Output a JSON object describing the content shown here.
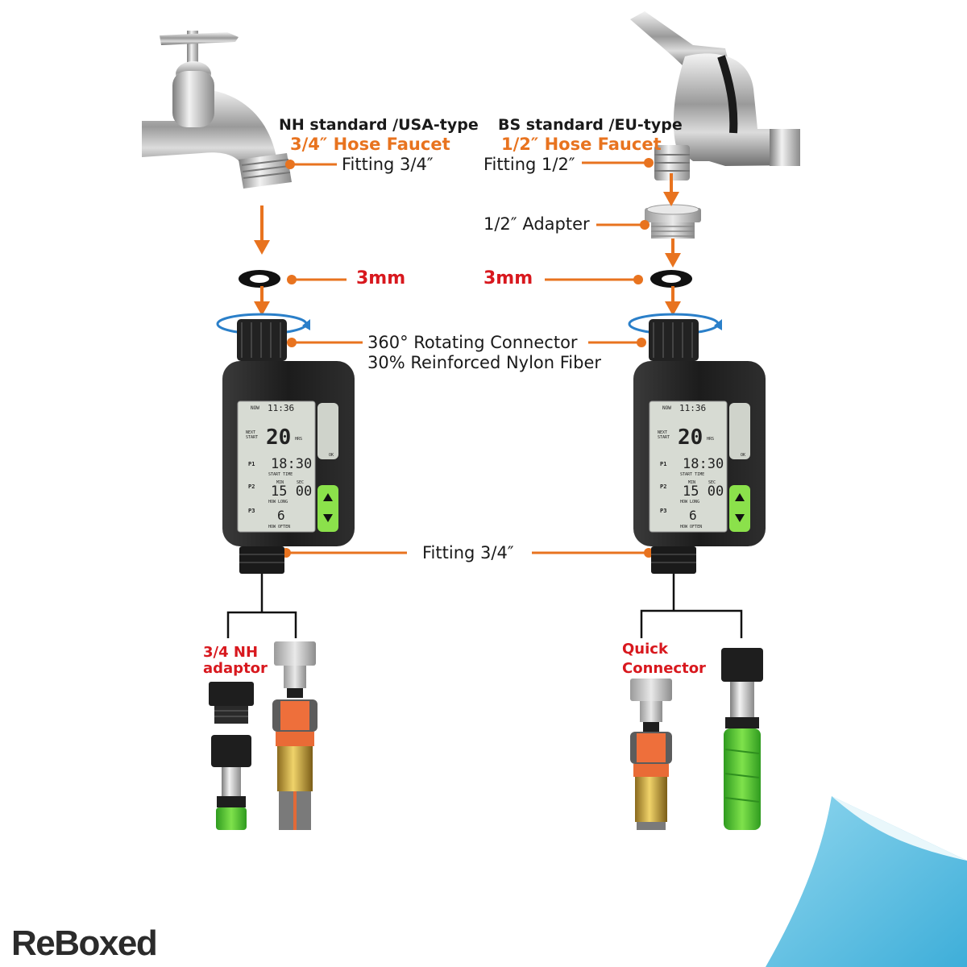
{
  "left": {
    "standard": "NH standard /USA-type",
    "faucet": "3/4″ Hose Faucet",
    "fitting": "Fitting 3/4″",
    "washer": "3mm",
    "adaptor": "3/4 NH adaptor"
  },
  "right": {
    "standard": "BS standard /EU-type",
    "faucet": "1/2″ Hose Faucet",
    "fitting": "Fitting 1/2″",
    "adapter": "1/2″ Adapter",
    "washer": "3mm",
    "quick": "Quick Connector"
  },
  "connector": {
    "line1": "360° Rotating Connector",
    "line2": "30% Reinforced Nylon Fiber"
  },
  "outlet_fitting": "Fitting 3/4″",
  "timer_display": {
    "now_label": "NOW",
    "clock": "11:36",
    "next_start_label": "NEXT START",
    "next_start_value": "20",
    "hrs_label": "HRS",
    "p1": "P1",
    "p2": "P2",
    "p3": "P3",
    "start_time": "18:30",
    "start_time_label": "START TIME",
    "min_label": "MIN",
    "sec_label": "SEC",
    "how_long": "15 00",
    "how_long_label": "HOW LONG",
    "how_often": "6",
    "how_often_label": "HOW OFTEN",
    "ok_label": "OK"
  },
  "brand": "ReBoxed",
  "colors": {
    "orange": "#e8731f",
    "red": "#d8181e",
    "lcd": "#d7dbd3",
    "green": "#8be14b",
    "corner_blue": "#5fc1e3"
  }
}
